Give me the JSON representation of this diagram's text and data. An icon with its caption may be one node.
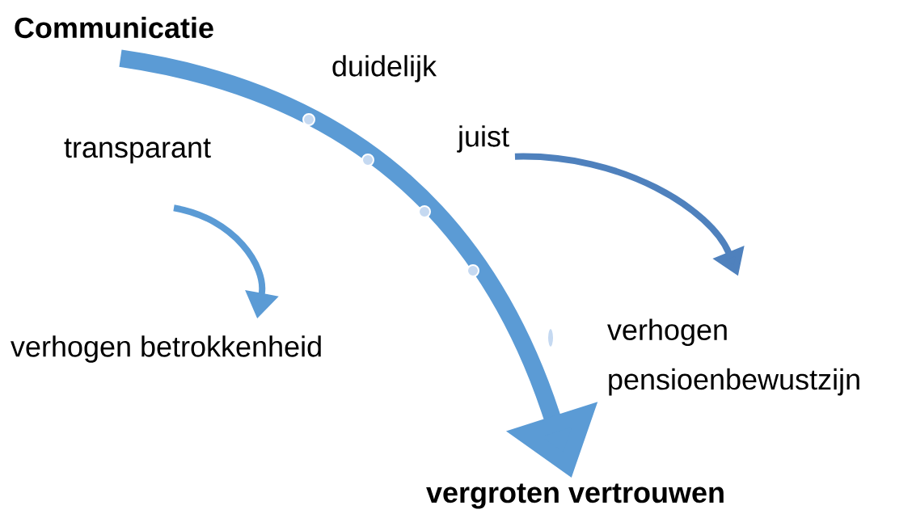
{
  "diagram": {
    "nodes": [
      {
        "text": [
          "Communicatie"
        ]
      },
      {
        "text": [
          "duidelijk"
        ]
      },
      {
        "text": [
          "juist"
        ]
      },
      {
        "text": [
          "transparant"
        ]
      },
      {
        "text": [
          "verhogen betrokkenheid"
        ]
      },
      {
        "text": [
          "verhogen pensioenbewustzijn"
        ]
      },
      {
        "text": [
          "vergroten vertrouwen"
        ]
      }
    ],
    "edges": [
      {
        "from": 0,
        "to": 6,
        "arrow": "to",
        "style": "thick"
      },
      {
        "from": 3,
        "to": 4,
        "arrow": "to"
      },
      {
        "from": 2,
        "to": 5,
        "arrow": "to",
        "color": "#4f81bd"
      }
    ]
  }
}
